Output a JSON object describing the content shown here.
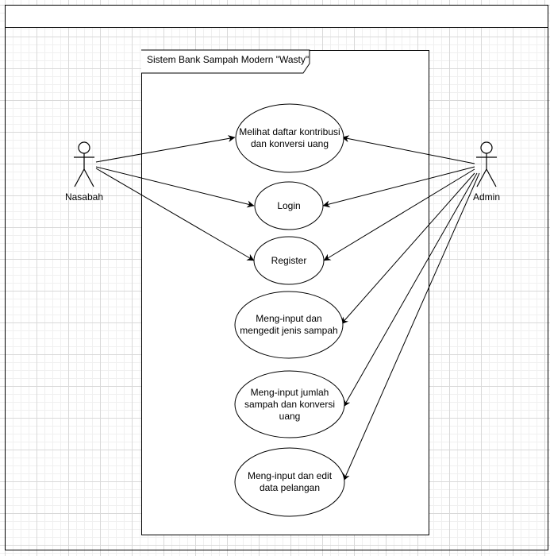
{
  "system": {
    "title": "Sistem Bank Sampah Modern \"Wasty\""
  },
  "actors": {
    "nasabah": {
      "label": "Nasabah"
    },
    "admin": {
      "label": "Admin"
    }
  },
  "use_cases": {
    "lihat_kontribusi": "Melihat daftar kontribusi dan konversi uang",
    "login": "Login",
    "register": "Register",
    "input_jenis": "Meng-input dan mengedit jenis sampah",
    "input_jumlah": "Meng-input jumlah sampah dan konversi uang",
    "input_pelanggan": "Meng-input dan edit data pelangan"
  },
  "associations": [
    {
      "from": "nasabah",
      "to": "lihat_kontribusi"
    },
    {
      "from": "nasabah",
      "to": "login"
    },
    {
      "from": "nasabah",
      "to": "register"
    },
    {
      "from": "admin",
      "to": "lihat_kontribusi"
    },
    {
      "from": "admin",
      "to": "login"
    },
    {
      "from": "admin",
      "to": "register"
    },
    {
      "from": "admin",
      "to": "input_jenis"
    },
    {
      "from": "admin",
      "to": "input_jumlah"
    },
    {
      "from": "admin",
      "to": "input_pelanggan"
    }
  ]
}
